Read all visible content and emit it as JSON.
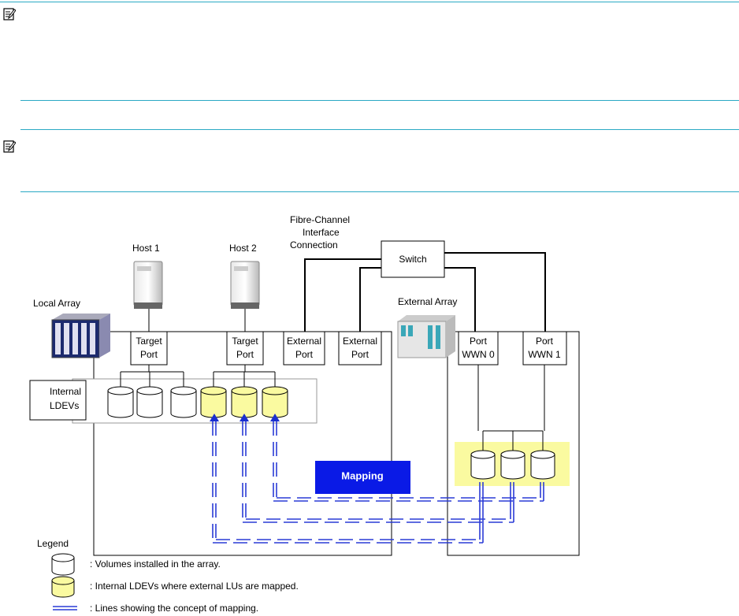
{
  "labels": {
    "fc_line1": "Fibre-Channel",
    "fc_line2": "Interface",
    "fc_line3": "Connection",
    "switch": "Switch",
    "host1": "Host 1",
    "host2": "Host 2",
    "local_array": "Local Array",
    "external_array": "External Array",
    "target_port_1a": "Target",
    "target_port_1b": "Port",
    "target_port_2a": "Target",
    "target_port_2b": "Port",
    "external_port_1a": "External",
    "external_port_1b": "Port",
    "external_port_2a": "External",
    "external_port_2b": "Port",
    "port_wwn0_a": "Port",
    "port_wwn0_b": "WWN 0",
    "port_wwn1_a": "Port",
    "port_wwn1_b": "WWN 1",
    "internal_ldevs_a": "Internal",
    "internal_ldevs_b": "LDEVs",
    "mapping": "Mapping"
  },
  "legend": {
    "title": "Legend",
    "item1": ": Volumes installed in the array.",
    "item2": ": Internal LDEVs where external LUs are mapped.",
    "item3": ": Lines showing the concept of mapping."
  },
  "colors": {
    "rule": "#2aa9c4",
    "mapped_volume": "#fafaa0",
    "mapping_line": "#2a3bd6",
    "mapping_box": "#0a1ae6",
    "external_highlight": "#fafaa0"
  },
  "icons": [
    "note-icon",
    "server-icon",
    "storage-array-icon",
    "disk-volume-icon"
  ]
}
